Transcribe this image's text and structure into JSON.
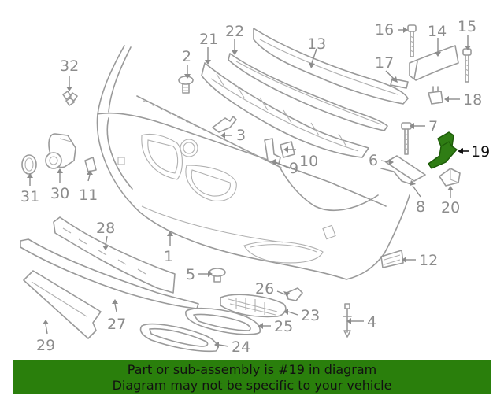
{
  "diagram": {
    "highlight_part": "19",
    "highlight_color": "#2a7f0c",
    "callouts": [
      "1",
      "2",
      "3",
      "4",
      "5",
      "6",
      "7",
      "8",
      "9",
      "10",
      "11",
      "12",
      "13",
      "14",
      "15",
      "16",
      "17",
      "18",
      "19",
      "20",
      "21",
      "22",
      "23",
      "24",
      "25",
      "26",
      "27",
      "28",
      "29",
      "30",
      "31",
      "32"
    ]
  },
  "banner": {
    "line1": "Part or sub-assembly is #19 in diagram",
    "line2": "Diagram may not be specific to your vehicle",
    "background": "#2a7f0c"
  }
}
